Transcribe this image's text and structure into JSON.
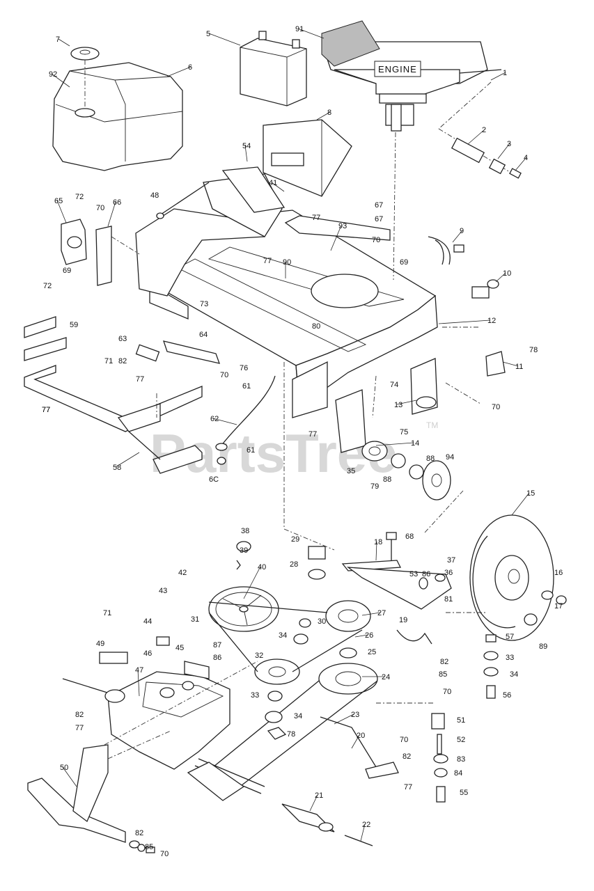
{
  "diagram": {
    "engine_label": "ENGINE",
    "watermark": "PartsTree",
    "watermark_tm": "TM",
    "callouts": [
      {
        "id": "c7",
        "text": "7"
      },
      {
        "id": "c92",
        "text": "92"
      },
      {
        "id": "c6",
        "text": "6"
      },
      {
        "id": "c5",
        "text": "5"
      },
      {
        "id": "c91",
        "text": "91"
      },
      {
        "id": "c1",
        "text": "1"
      },
      {
        "id": "c8",
        "text": "8"
      },
      {
        "id": "c2",
        "text": "2"
      },
      {
        "id": "c3",
        "text": "3"
      },
      {
        "id": "c4",
        "text": "4"
      },
      {
        "id": "c54a",
        "text": "54"
      },
      {
        "id": "c41",
        "text": "41"
      },
      {
        "id": "c48",
        "text": "48"
      },
      {
        "id": "c65",
        "text": "65"
      },
      {
        "id": "c72a",
        "text": "72"
      },
      {
        "id": "c70a",
        "text": "70"
      },
      {
        "id": "c66",
        "text": "66"
      },
      {
        "id": "c67a",
        "text": "67"
      },
      {
        "id": "c67b",
        "text": "67"
      },
      {
        "id": "c77a",
        "text": "77"
      },
      {
        "id": "c93",
        "text": "93"
      },
      {
        "id": "c70b",
        "text": "70"
      },
      {
        "id": "c9",
        "text": "9"
      },
      {
        "id": "c77b",
        "text": "77"
      },
      {
        "id": "c90",
        "text": "90"
      },
      {
        "id": "c69a",
        "text": "69"
      },
      {
        "id": "c69b",
        "text": "69"
      },
      {
        "id": "c10",
        "text": "10"
      },
      {
        "id": "c72b",
        "text": "72"
      },
      {
        "id": "c73",
        "text": "73"
      },
      {
        "id": "c80",
        "text": "80"
      },
      {
        "id": "c12",
        "text": "12"
      },
      {
        "id": "c59",
        "text": "59"
      },
      {
        "id": "c63",
        "text": "63"
      },
      {
        "id": "c64",
        "text": "64"
      },
      {
        "id": "c78a",
        "text": "78"
      },
      {
        "id": "c11",
        "text": "11"
      },
      {
        "id": "c71a",
        "text": "71"
      },
      {
        "id": "c82a",
        "text": "82"
      },
      {
        "id": "c77c",
        "text": "77"
      },
      {
        "id": "c76",
        "text": "76"
      },
      {
        "id": "c70c",
        "text": "70"
      },
      {
        "id": "c61a",
        "text": "61"
      },
      {
        "id": "c74",
        "text": "74"
      },
      {
        "id": "c13",
        "text": "13"
      },
      {
        "id": "c70d",
        "text": "70"
      },
      {
        "id": "c77d",
        "text": "77"
      },
      {
        "id": "c62",
        "text": "62"
      },
      {
        "id": "c75",
        "text": "75"
      },
      {
        "id": "c77e",
        "text": "77"
      },
      {
        "id": "c14",
        "text": "14"
      },
      {
        "id": "c61b",
        "text": "61"
      },
      {
        "id": "c58",
        "text": "58"
      },
      {
        "id": "c60",
        "text": "6C"
      },
      {
        "id": "c35",
        "text": "35"
      },
      {
        "id": "c88a",
        "text": "88"
      },
      {
        "id": "c88b",
        "text": "88"
      },
      {
        "id": "c94",
        "text": "94"
      },
      {
        "id": "c79",
        "text": "79"
      },
      {
        "id": "c15",
        "text": "15"
      },
      {
        "id": "c38",
        "text": "38"
      },
      {
        "id": "c29",
        "text": "29"
      },
      {
        "id": "c68",
        "text": "68"
      },
      {
        "id": "c18",
        "text": "18"
      },
      {
        "id": "c39",
        "text": "39"
      },
      {
        "id": "c40",
        "text": "40"
      },
      {
        "id": "c28",
        "text": "28"
      },
      {
        "id": "c37",
        "text": "37"
      },
      {
        "id": "c42",
        "text": "42"
      },
      {
        "id": "c53",
        "text": "53"
      },
      {
        "id": "c86a",
        "text": "86"
      },
      {
        "id": "c36",
        "text": "36"
      },
      {
        "id": "c16",
        "text": "16"
      },
      {
        "id": "c43",
        "text": "43"
      },
      {
        "id": "c81",
        "text": "81"
      },
      {
        "id": "c17",
        "text": "17"
      },
      {
        "id": "c27",
        "text": "27"
      },
      {
        "id": "c71b",
        "text": "71"
      },
      {
        "id": "c31",
        "text": "31"
      },
      {
        "id": "c30",
        "text": "30"
      },
      {
        "id": "c44",
        "text": "44"
      },
      {
        "id": "c87",
        "text": "87"
      },
      {
        "id": "c34a",
        "text": "34"
      },
      {
        "id": "c26",
        "text": "26"
      },
      {
        "id": "c19",
        "text": "19"
      },
      {
        "id": "c89",
        "text": "89"
      },
      {
        "id": "c57",
        "text": "57"
      },
      {
        "id": "c49",
        "text": "49"
      },
      {
        "id": "c86b",
        "text": "86"
      },
      {
        "id": "c46",
        "text": "46"
      },
      {
        "id": "c45",
        "text": "45"
      },
      {
        "id": "c32",
        "text": "32"
      },
      {
        "id": "c25",
        "text": "25"
      },
      {
        "id": "c33a",
        "text": "33"
      },
      {
        "id": "c47",
        "text": "47"
      },
      {
        "id": "c82b",
        "text": "82"
      },
      {
        "id": "c85a",
        "text": "85"
      },
      {
        "id": "c24",
        "text": "24"
      },
      {
        "id": "c34b",
        "text": "34"
      },
      {
        "id": "c70e",
        "text": "70"
      },
      {
        "id": "c56",
        "text": "56"
      },
      {
        "id": "c33b",
        "text": "33"
      },
      {
        "id": "c34c",
        "text": "34"
      },
      {
        "id": "c82c",
        "text": "82"
      },
      {
        "id": "c23",
        "text": "23"
      },
      {
        "id": "c51",
        "text": "51"
      },
      {
        "id": "c77f",
        "text": "77"
      },
      {
        "id": "c78b",
        "text": "78"
      },
      {
        "id": "c70f",
        "text": "70"
      },
      {
        "id": "c52",
        "text": "52"
      },
      {
        "id": "c20",
        "text": "20"
      },
      {
        "id": "c82d",
        "text": "82"
      },
      {
        "id": "c83",
        "text": "83"
      },
      {
        "id": "c50",
        "text": "50"
      },
      {
        "id": "c84",
        "text": "84"
      },
      {
        "id": "c77g",
        "text": "77"
      },
      {
        "id": "c21",
        "text": "21"
      },
      {
        "id": "c55",
        "text": "55"
      },
      {
        "id": "c22",
        "text": "22"
      },
      {
        "id": "c82e",
        "text": "82"
      },
      {
        "id": "c85b",
        "text": "85"
      },
      {
        "id": "c70g",
        "text": "70"
      },
      {
        "id": "c77h",
        "text": "77"
      }
    ]
  }
}
